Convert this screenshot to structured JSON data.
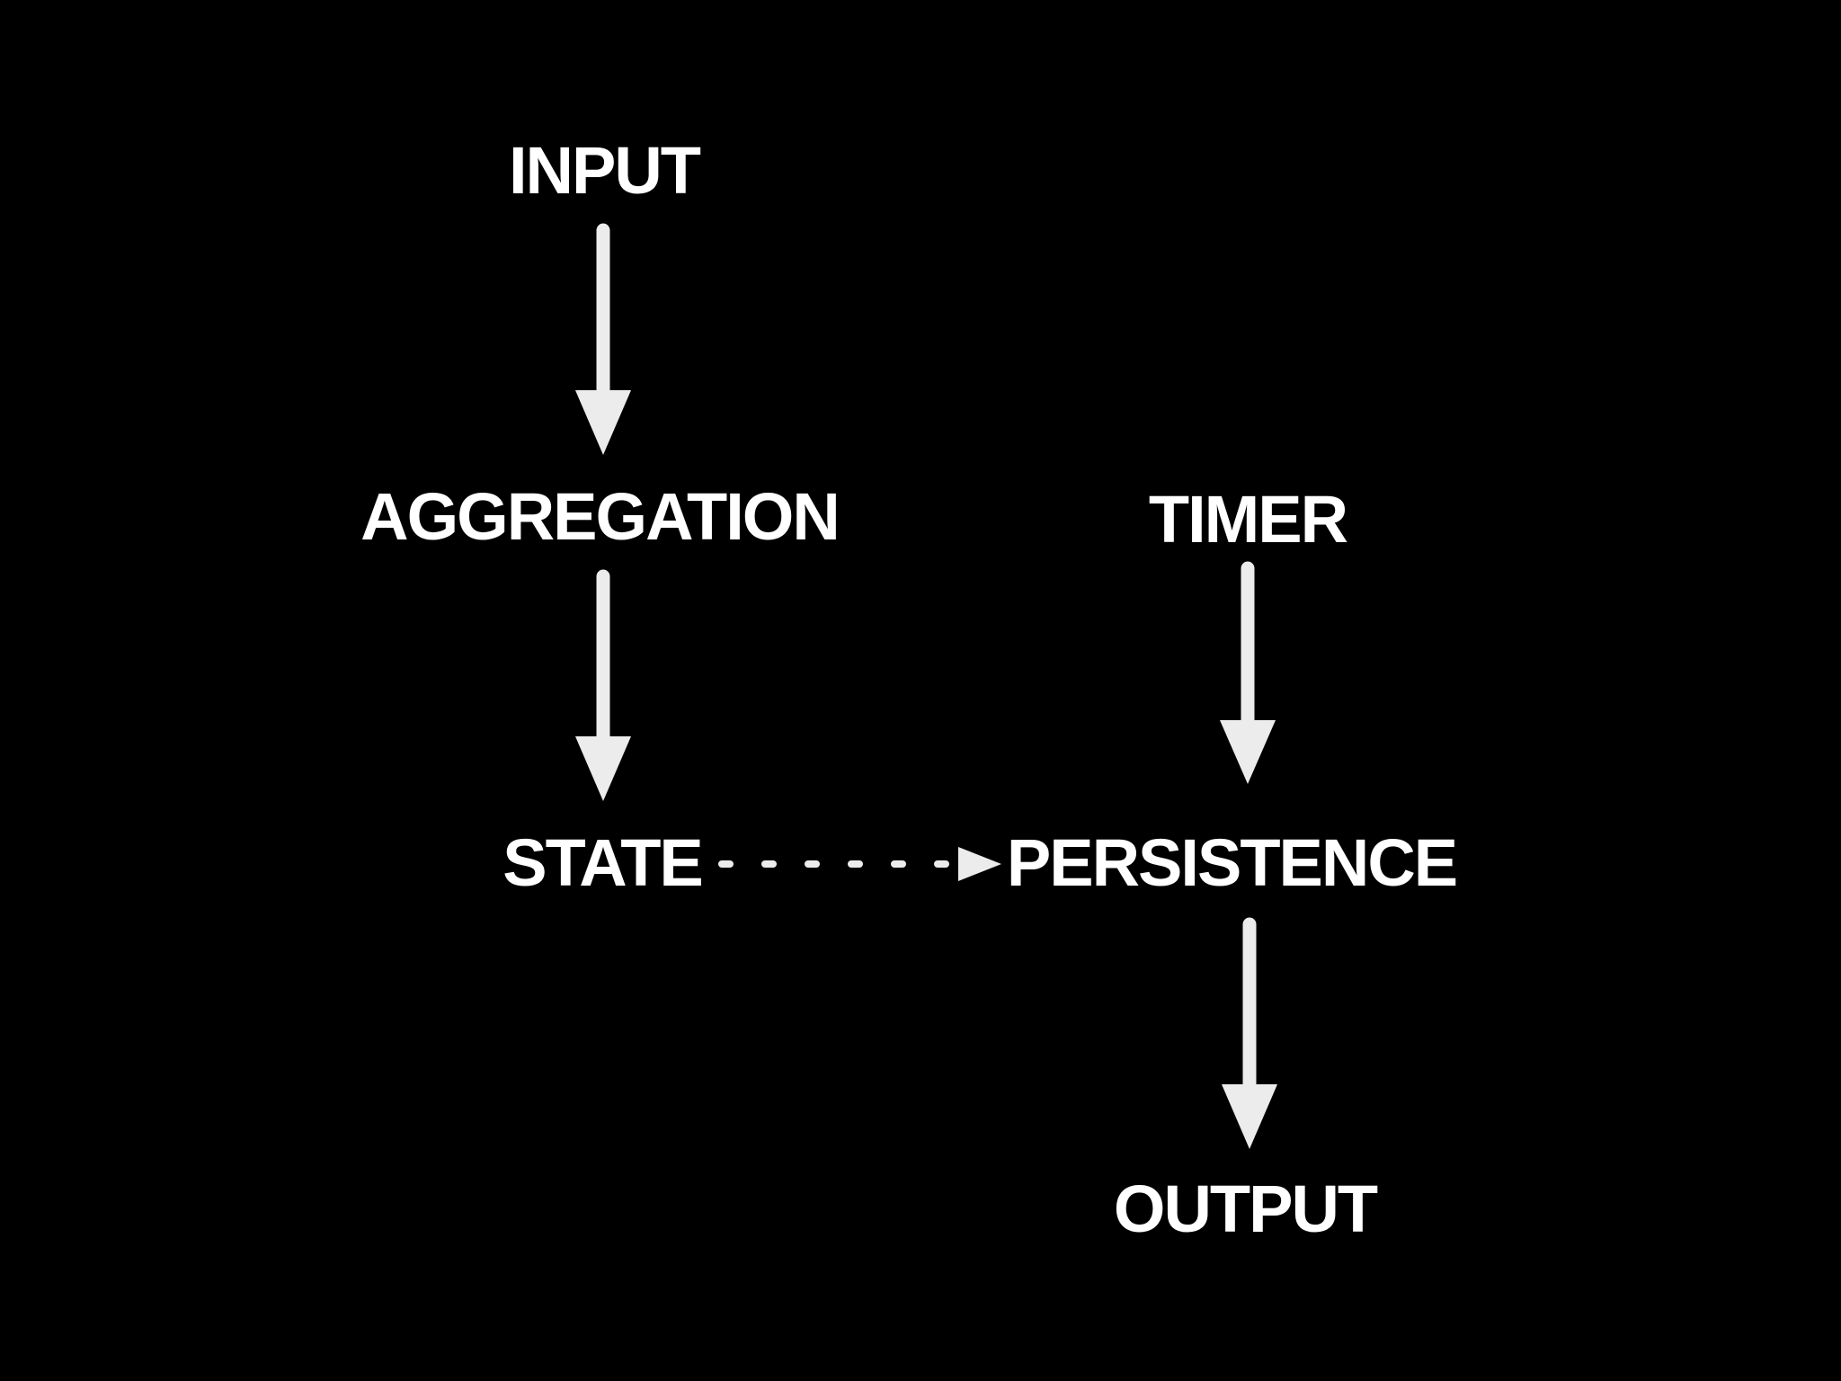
{
  "colors": {
    "background": "#000000",
    "text": "#ffffff",
    "arrow": "#ececec"
  },
  "nodes": {
    "input": {
      "label": "INPUT"
    },
    "aggregation": {
      "label": "AGGREGATION"
    },
    "timer": {
      "label": "TIMER"
    },
    "state": {
      "label": "STATE"
    },
    "persistence": {
      "label": "PERSISTENCE"
    },
    "output": {
      "label": "OUTPUT"
    }
  },
  "edges": [
    {
      "from": "input",
      "to": "aggregation",
      "style": "solid",
      "direction": "down"
    },
    {
      "from": "aggregation",
      "to": "state",
      "style": "solid",
      "direction": "down"
    },
    {
      "from": "timer",
      "to": "persistence",
      "style": "solid",
      "direction": "down"
    },
    {
      "from": "state",
      "to": "persistence",
      "style": "dashed",
      "direction": "right"
    },
    {
      "from": "persistence",
      "to": "output",
      "style": "solid",
      "direction": "down"
    }
  ]
}
